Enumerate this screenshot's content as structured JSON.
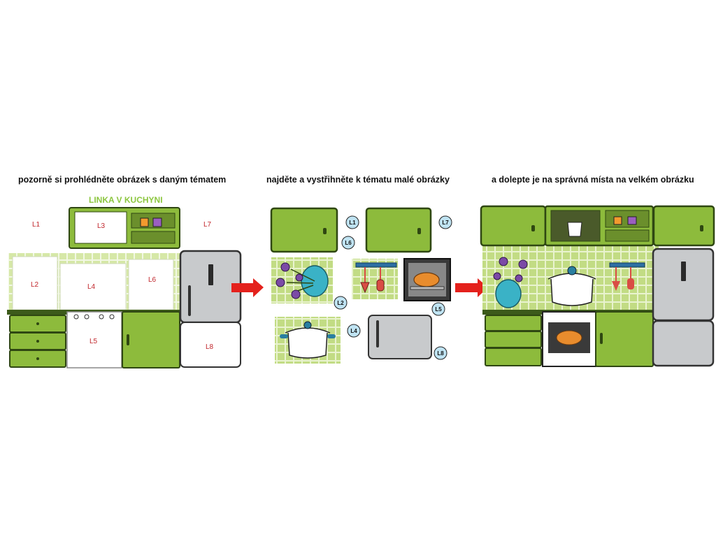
{
  "steps": [
    {
      "caption": "pozorně si prohlédněte obrázek s daným tématem"
    },
    {
      "caption": "najděte a vystřihněte k tématu malé obrázky"
    },
    {
      "caption": "a dolepte je na správná místa na velkém obrázku"
    }
  ],
  "template": {
    "title": "LINKA V KUCHYNI",
    "slots": [
      "L1",
      "L2",
      "L3",
      "L4",
      "L5",
      "L6",
      "L7",
      "L8"
    ]
  },
  "cutouts": [
    "L1",
    "L7",
    "L6",
    "L2",
    "L5",
    "L4",
    "L8"
  ],
  "colors": {
    "cabinet_green": "#8dbb3c",
    "cabinet_dark": "#3c5a1a",
    "tile_green": "#c8df8c",
    "fridge_gray": "#c8cacc",
    "arrow_red": "#e4211c",
    "bubble_blue": "#bfe3f2",
    "slot_label_red": "#c0262b"
  },
  "icons": [
    "arrow-right-icon",
    "flower-vase-icon",
    "cooking-pot-icon",
    "roast-chicken-icon",
    "utensil-rail-icon",
    "mug-icon",
    "fridge-icon"
  ]
}
